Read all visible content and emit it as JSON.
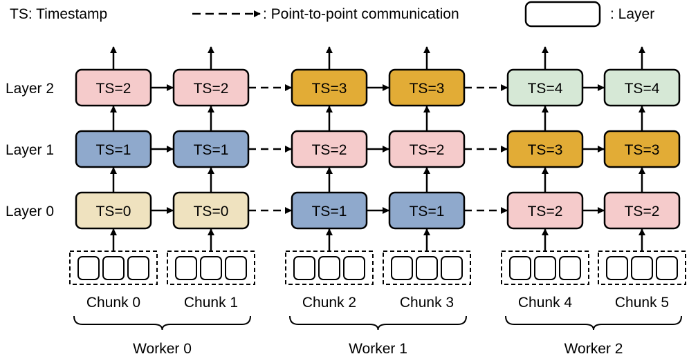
{
  "legend": {
    "timestamp": "TS: Timestamp",
    "p2p": ": Point-to-point communication",
    "layer": ": Layer"
  },
  "layers": [
    "Layer 0",
    "Layer 1",
    "Layer 2"
  ],
  "workers": [
    {
      "label": "Worker 0",
      "chunks": [
        "Chunk 0",
        "Chunk 1"
      ]
    },
    {
      "label": "Worker 1",
      "chunks": [
        "Chunk 2",
        "Chunk 3"
      ]
    },
    {
      "label": "Worker 2",
      "chunks": [
        "Chunk 4",
        "Chunk 5"
      ]
    }
  ],
  "grid": [
    [
      "TS=0",
      "TS=0",
      "TS=1",
      "TS=1",
      "TS=2",
      "TS=2"
    ],
    [
      "TS=1",
      "TS=1",
      "TS=2",
      "TS=2",
      "TS=3",
      "TS=3"
    ],
    [
      "TS=2",
      "TS=2",
      "TS=3",
      "TS=3",
      "TS=4",
      "TS=4"
    ]
  ],
  "ts_colors": {
    "TS=0": "#efe2bf",
    "TS=1": "#8fa9cc",
    "TS=2": "#f5cbcb",
    "TS=3": "#e2ac36",
    "TS=4": "#d6e8d6"
  }
}
